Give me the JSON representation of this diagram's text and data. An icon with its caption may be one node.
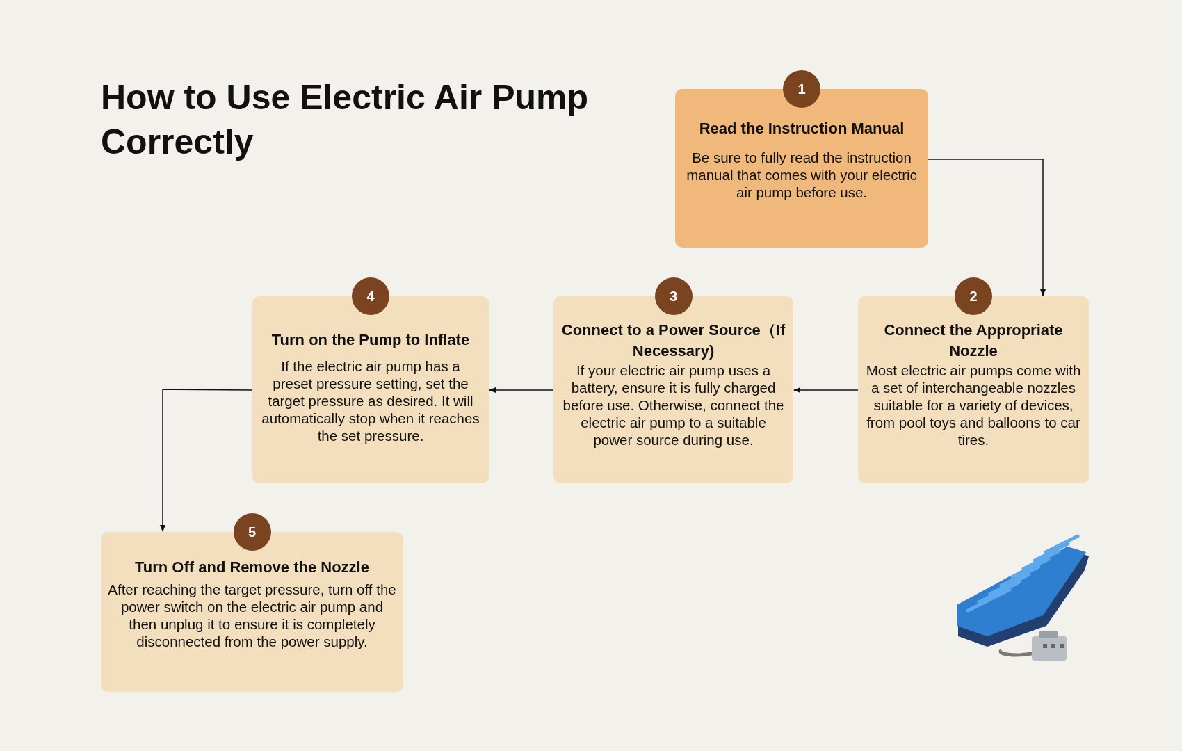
{
  "diagram": {
    "title": "How to Use Electric Air Pump Correctly",
    "nodes": [
      {
        "text": [
          "1",
          "Read the Instruction Manual",
          "Be sure to fully read the instruction manual that comes with your electric air pump before use."
        ]
      },
      {
        "text": [
          "2",
          "Connect the Appropriate Nozzle",
          "Most electric air pumps come with a set of interchangeable nozzles suitable for a variety of devices, from pool toys and balloons to car tires."
        ]
      },
      {
        "text": [
          "3",
          "Connect to a Power Source（If Necessary)",
          "If your electric air pump uses a battery, ensure it is fully charged before use. Otherwise, connect the electric air pump to a suitable power source during use."
        ]
      },
      {
        "text": [
          "4",
          "Turn on the Pump to Inflate",
          "If the electric air pump has a preset pressure setting, set the target pressure as desired. It will automatically stop when it reaches the set pressure."
        ]
      },
      {
        "text": [
          "5",
          "Turn Off and Remove the Nozzle",
          "After reaching the target pressure, turn off the power switch on the electric air pump and then unplug it to ensure it is completely disconnected from the power supply."
        ]
      }
    ],
    "edges": [
      {
        "from": 0,
        "to": 1,
        "arrow": "to"
      },
      {
        "from": 1,
        "to": 2,
        "arrow": "to"
      },
      {
        "from": 2,
        "to": 3,
        "arrow": "to"
      },
      {
        "from": 3,
        "to": 4,
        "arrow": "to"
      }
    ]
  }
}
